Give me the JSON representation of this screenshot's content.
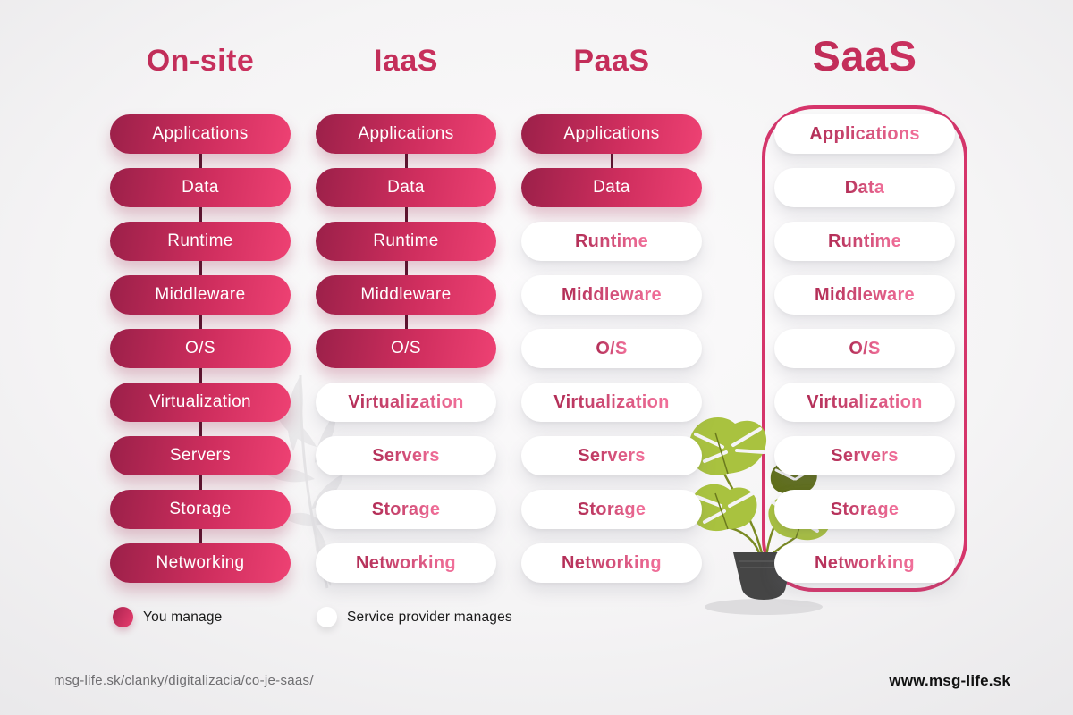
{
  "columns": [
    {
      "id": "on-site",
      "label": "On-site",
      "you_manage_count": 9,
      "boxed": false
    },
    {
      "id": "iaas",
      "label": "IaaS",
      "you_manage_count": 5,
      "boxed": false
    },
    {
      "id": "paas",
      "label": "PaaS",
      "you_manage_count": 2,
      "boxed": false
    },
    {
      "id": "saas",
      "label": "SaaS",
      "you_manage_count": 0,
      "boxed": true
    }
  ],
  "layers": [
    "Applications",
    "Data",
    "Runtime",
    "Middleware",
    "O/S",
    "Virtualization",
    "Servers",
    "Storage",
    "Networking"
  ],
  "legend": {
    "you_manage_label": "You manage",
    "provider_manages_label": "Service provider manages"
  },
  "footer": {
    "source_path": "msg-life.sk/clanky/digitalizacia/co-je-saas/",
    "website": "www.msg-life.sk"
  },
  "decorations": {
    "plant_icon": "monstera-potted-plant",
    "watermark_icon": "leaf-branch-watermark"
  },
  "colors": {
    "pill_gradient_start": "#9b2049",
    "pill_gradient_end": "#ee4173",
    "heading_start": "#b82a53",
    "heading_end": "#d23363",
    "white_pill_text_start": "#b22d56",
    "white_pill_text_end": "#f2719b",
    "saas_border": "#d6356b",
    "connector": "#5c142f",
    "background": "#f1f0f1",
    "legend_text": "#1a1a1a",
    "footer_left_text": "#6e6d70",
    "footer_right_text": "#111111",
    "plant_leaf": "#a9c23f",
    "plant_leaf_dark": "#5f6e1a",
    "plant_pot": "#454545"
  }
}
